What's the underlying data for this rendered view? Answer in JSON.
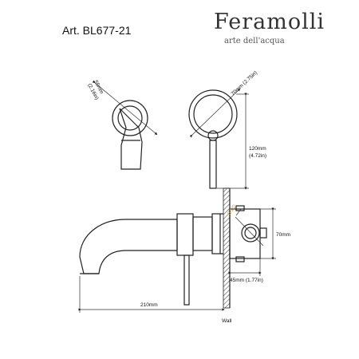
{
  "header": {
    "article": "Art. BL677-21",
    "brand": "Feramolli",
    "tagline": "arte dell'acqua"
  },
  "dimensions": {
    "small_rosette": "55mm",
    "small_rosette_in": "(2.16in)",
    "large_rosette": "70mm (2.75in)",
    "lever_height": "120mm",
    "lever_height_in": "(4.72in)",
    "thread": "G1/2",
    "body_height": "70mm",
    "body_depth": "45mm (1.77in)",
    "spout_length": "210mm",
    "wall": "Wall"
  },
  "colors": {
    "thread_label": "#d99a1e"
  }
}
